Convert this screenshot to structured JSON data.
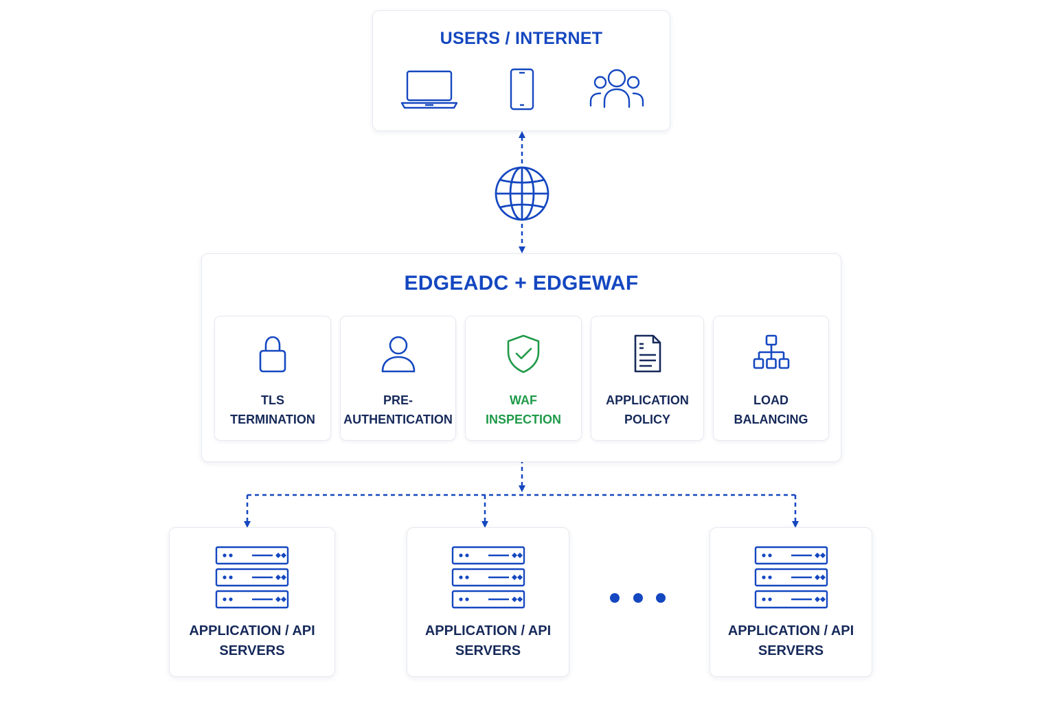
{
  "colors": {
    "primary": "#1447c0",
    "dark_text": "#16295a",
    "accent_green": "#1f9a48",
    "border": "#e6e9f0"
  },
  "users": {
    "title": "USERS / INTERNET",
    "icons": [
      "laptop-icon",
      "smartphone-icon",
      "users-group-icon"
    ]
  },
  "network": {
    "icon": "globe-icon"
  },
  "edge": {
    "title": "EDGEADC + EDGEWAF",
    "features": [
      {
        "label": "TLS\nTERMINATION",
        "icon": "lock-icon"
      },
      {
        "label": "PRE-\nAUTHENTICATION",
        "icon": "user-icon"
      },
      {
        "label": "WAF\nINSPECTION",
        "icon": "shield-check-icon",
        "highlight": true
      },
      {
        "label": "APPLICATION\nPOLICY",
        "icon": "document-icon"
      },
      {
        "label": "LOAD\nBALANCING",
        "icon": "hierarchy-icon"
      }
    ]
  },
  "servers": [
    {
      "label": "APPLICATION / API\nSERVERS",
      "icon": "server-rack-icon"
    },
    {
      "label": "APPLICATION / API\nSERVERS",
      "icon": "server-rack-icon"
    },
    {
      "label": "APPLICATION / API\nSERVERS",
      "icon": "server-rack-icon"
    }
  ],
  "ellipsis_icon": "ellipsis-icon"
}
